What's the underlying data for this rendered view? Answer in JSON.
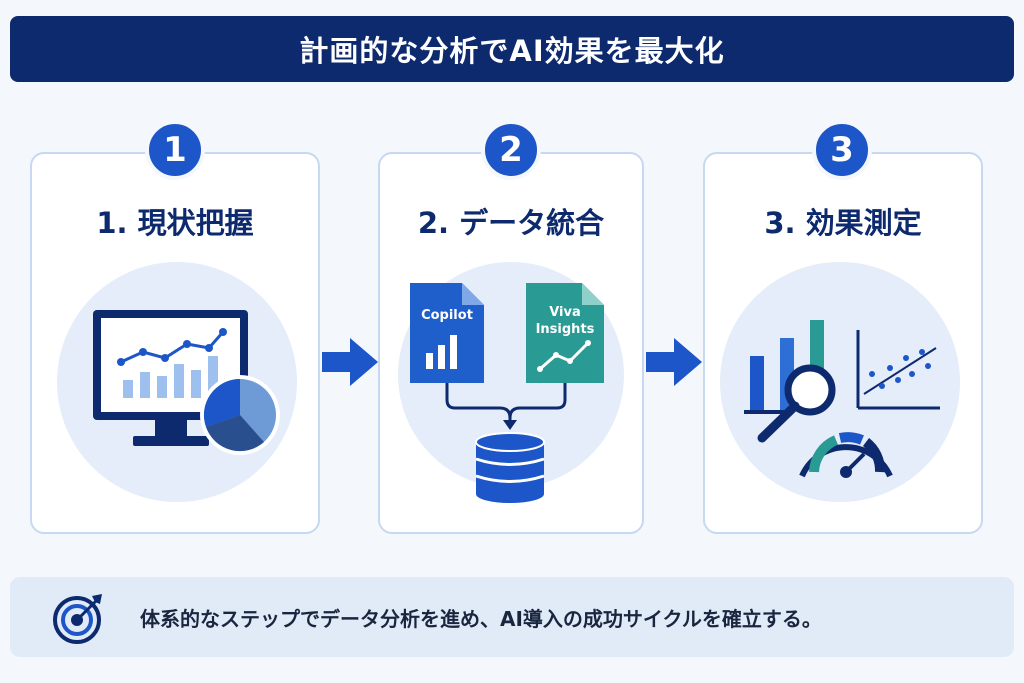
{
  "title": "計画的な分析でAI効果を最大化",
  "steps": [
    {
      "number": "1",
      "title": "1. 現状把握"
    },
    {
      "number": "2",
      "title": "2. データ統合",
      "sources": [
        "Copilot",
        "Viva",
        "Insights"
      ]
    },
    {
      "number": "3",
      "title": "3. 効果測定"
    }
  ],
  "footer": {
    "text": "体系的なステップでデータ分析を進め、AI導入の成功サイクルを確立する。"
  },
  "icons": {
    "step1": "monitor-chart-icon",
    "step2": "database-icon",
    "step3": "analytics-gauge-icon",
    "footer": "target-icon"
  },
  "colors": {
    "navy": "#0d2a6e",
    "accent_blue": "#1c56c8",
    "teal": "#2a9a94"
  }
}
